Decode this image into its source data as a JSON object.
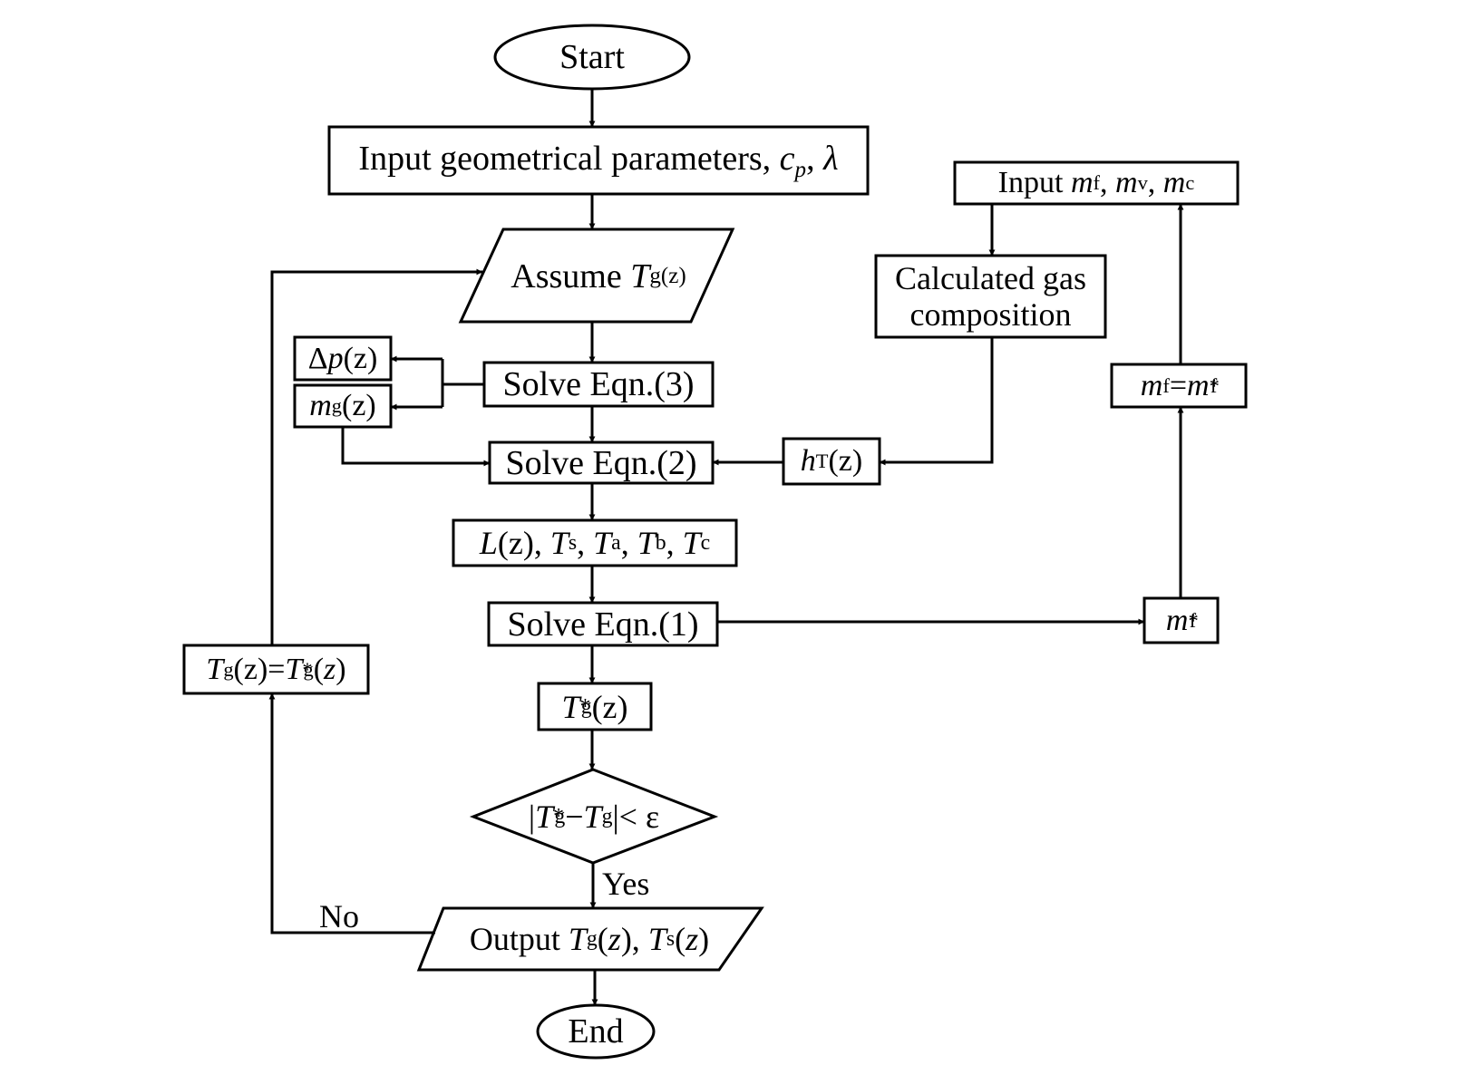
{
  "nodes": {
    "start": {
      "text": "Start"
    },
    "input_params": {
      "text": "Input geometrical parameters,"
    },
    "assume": {
      "text": "Assume"
    },
    "solve3": {
      "text": "Solve Eqn.(3)"
    },
    "delta_p": {
      "text": "(z)"
    },
    "m_g": {
      "text": "(z)"
    },
    "solve2": {
      "text": "Solve Eqn.(2)"
    },
    "h_t": {
      "text": "(z)"
    },
    "temps": {
      "text": "(z),"
    },
    "solve1": {
      "text": "Solve Eqn.(1)"
    },
    "tg_star": {
      "text": "(z)"
    },
    "decision": {
      "text": "< ε"
    },
    "output": {
      "text": "Output"
    },
    "end": {
      "text": "End"
    },
    "input_m": {
      "text": "Input"
    },
    "gas_comp": {
      "line1": "Calculated gas",
      "line2": "composition"
    },
    "mf_update": {
      "text": "="
    },
    "mf_star": {
      "text": "m"
    },
    "tg_update": {
      "text": "(z)="
    }
  },
  "edge_labels": {
    "yes": "Yes",
    "no": "No"
  }
}
